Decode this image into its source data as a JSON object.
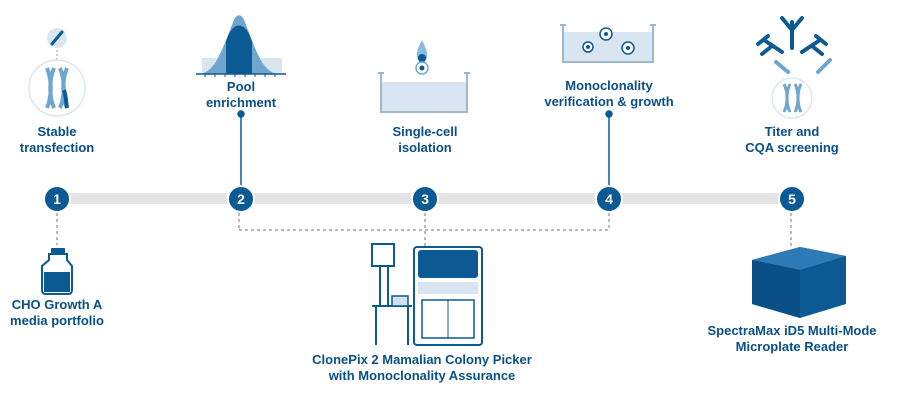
{
  "colors": {
    "primary": "#0b5a93",
    "label": "#0a4f86",
    "light": "#cfe0ef",
    "track": "#e3e3e3"
  },
  "steps": [
    {
      "number": "1",
      "line1": "Stable",
      "line2": "transfection"
    },
    {
      "number": "2",
      "line1": "Pool",
      "line2": "enrichment"
    },
    {
      "number": "3",
      "line1": "Single-cell",
      "line2": "isolation"
    },
    {
      "number": "4",
      "line1": "Monoclonality",
      "line2": "verification & growth"
    },
    {
      "number": "5",
      "line1": "Titer and",
      "line2": "CQA screening"
    }
  ],
  "products": [
    {
      "line1": "CHO Growth A",
      "line2": "media portfolio"
    },
    {
      "line1": "ClonePix 2 Mamalian Colony Picker",
      "line2": "with Monoclonality Assurance"
    },
    {
      "line1": "SpectraMax iD5 Multi-Mode",
      "line2": "Microplate Reader"
    }
  ]
}
